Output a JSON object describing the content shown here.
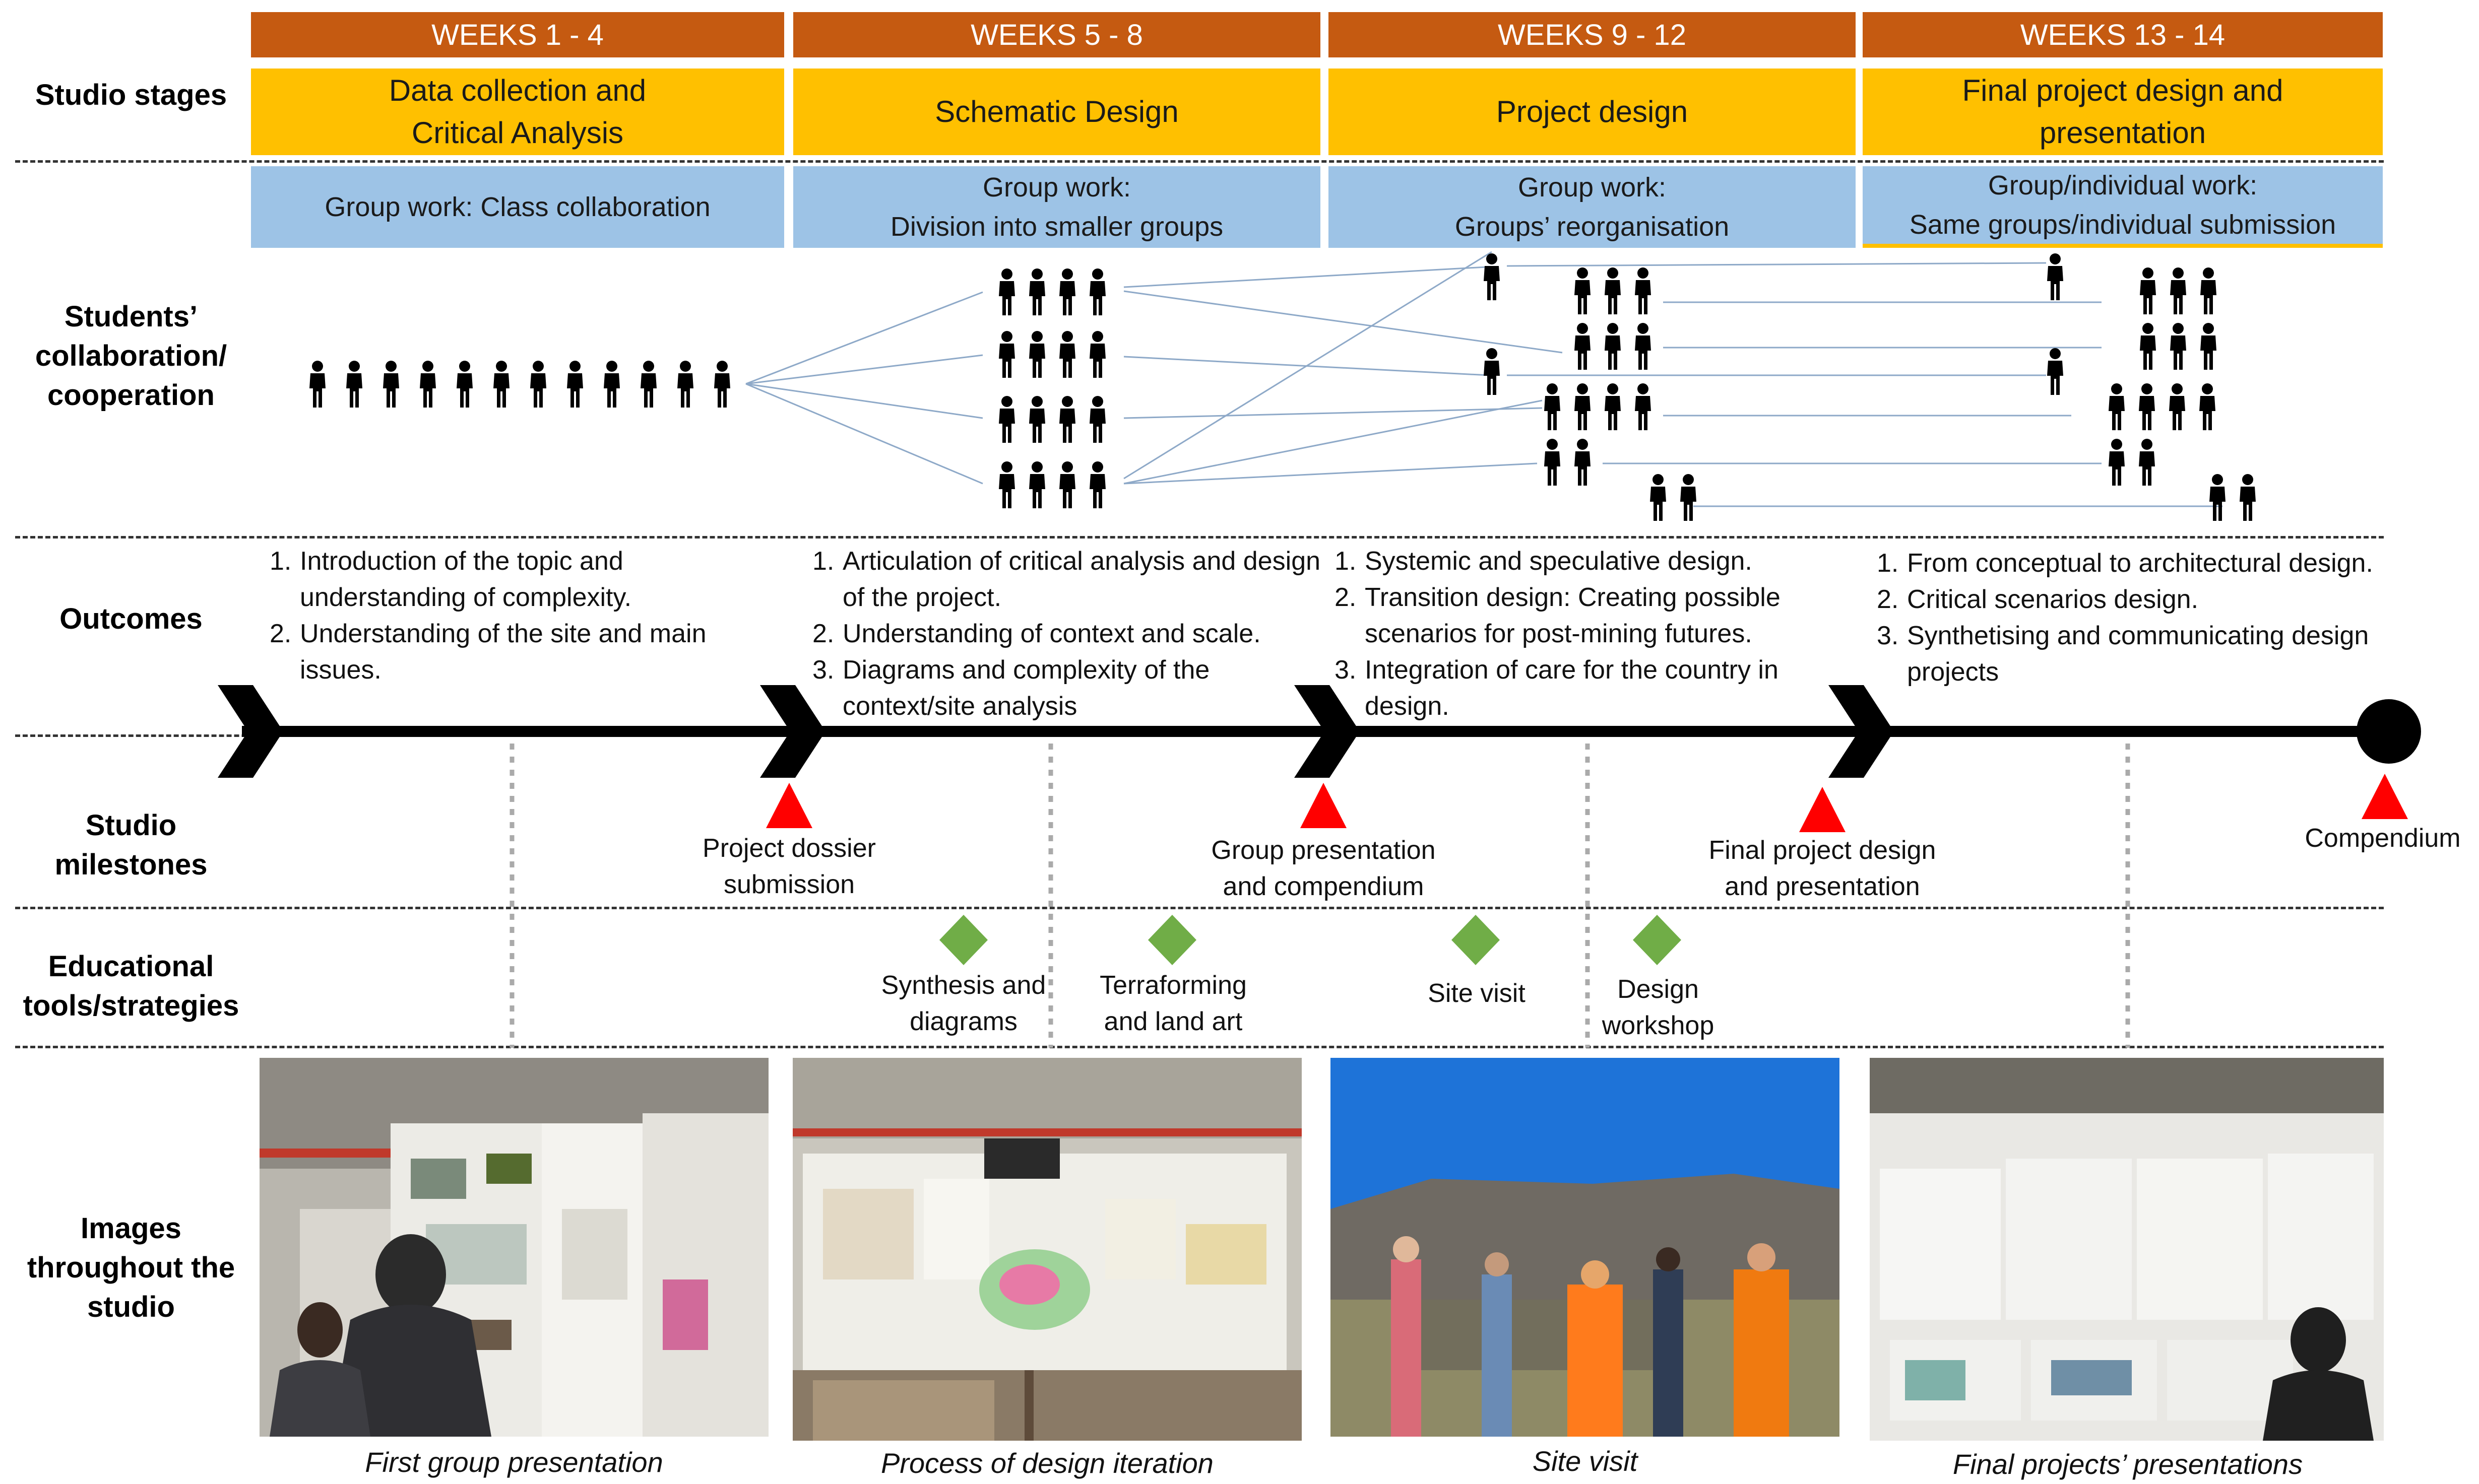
{
  "weeks": [
    "WEEKS 1 - 4",
    "WEEKS 5 - 8",
    "WEEKS 9 - 12",
    "WEEKS 13 - 14"
  ],
  "stages": [
    "Data collection and\nCritical Analysis",
    "Schematic Design",
    "Project design",
    "Final project design and\npresentation"
  ],
  "group_work": [
    "Group work: Class collaboration",
    "Group work:\nDivision into smaller groups",
    "Group work:\nGroups’ reorganisation",
    "Group/individual work:\nSame groups/individual submission"
  ],
  "row_labels": {
    "studio_stages": "Studio stages",
    "collaboration": "Students’\ncollaboration/\ncooperation",
    "outcomes": "Outcomes",
    "milestones": "Studio\nmilestones",
    "tools": "Educational\ntools/strategies",
    "images": "Images\nthroughout the\nstudio"
  },
  "outcomes": [
    [
      "Introduction of the topic and understanding of complexity.",
      "Understanding of the site and main issues."
    ],
    [
      "Articulation of critical analysis and design of the project.",
      "Understanding of context and scale.",
      "Diagrams and complexity of the context/site analysis"
    ],
    [
      "Systemic and speculative design.",
      "Transition design: Creating possible scenarios for post-mining futures.",
      "Integration of care for the country in design."
    ],
    [
      "From conceptual to architectural design.",
      "Critical scenarios design.",
      "Synthetising and communicating design projects"
    ]
  ],
  "milestones": [
    "Project dossier\nsubmission",
    "Group presentation\nand compendium",
    "Final project design\nand presentation",
    "Compendium"
  ],
  "tools": [
    "Synthesis and\ndiagrams",
    "Terraforming\nand land art",
    "Site visit",
    "Design\nworkshop"
  ],
  "captions": [
    "First group presentation",
    "Process of design iteration",
    "Site visit",
    "Final projects’ presentations"
  ],
  "colors": {
    "weeks_bar": "#C55A11",
    "stage_box": "#FFC000",
    "group_box": "#9DC3E6",
    "milestone_marker": "#FF0000",
    "tool_marker": "#70AD47",
    "timeline": "#000000",
    "connector_lines": "#8EA9C8"
  },
  "icons": {
    "student": "person-icon",
    "milestone": "red-triangle-icon",
    "tool": "green-diamond-icon",
    "stage_arrow": "chevron-arrow-icon",
    "end": "end-circle-icon"
  }
}
